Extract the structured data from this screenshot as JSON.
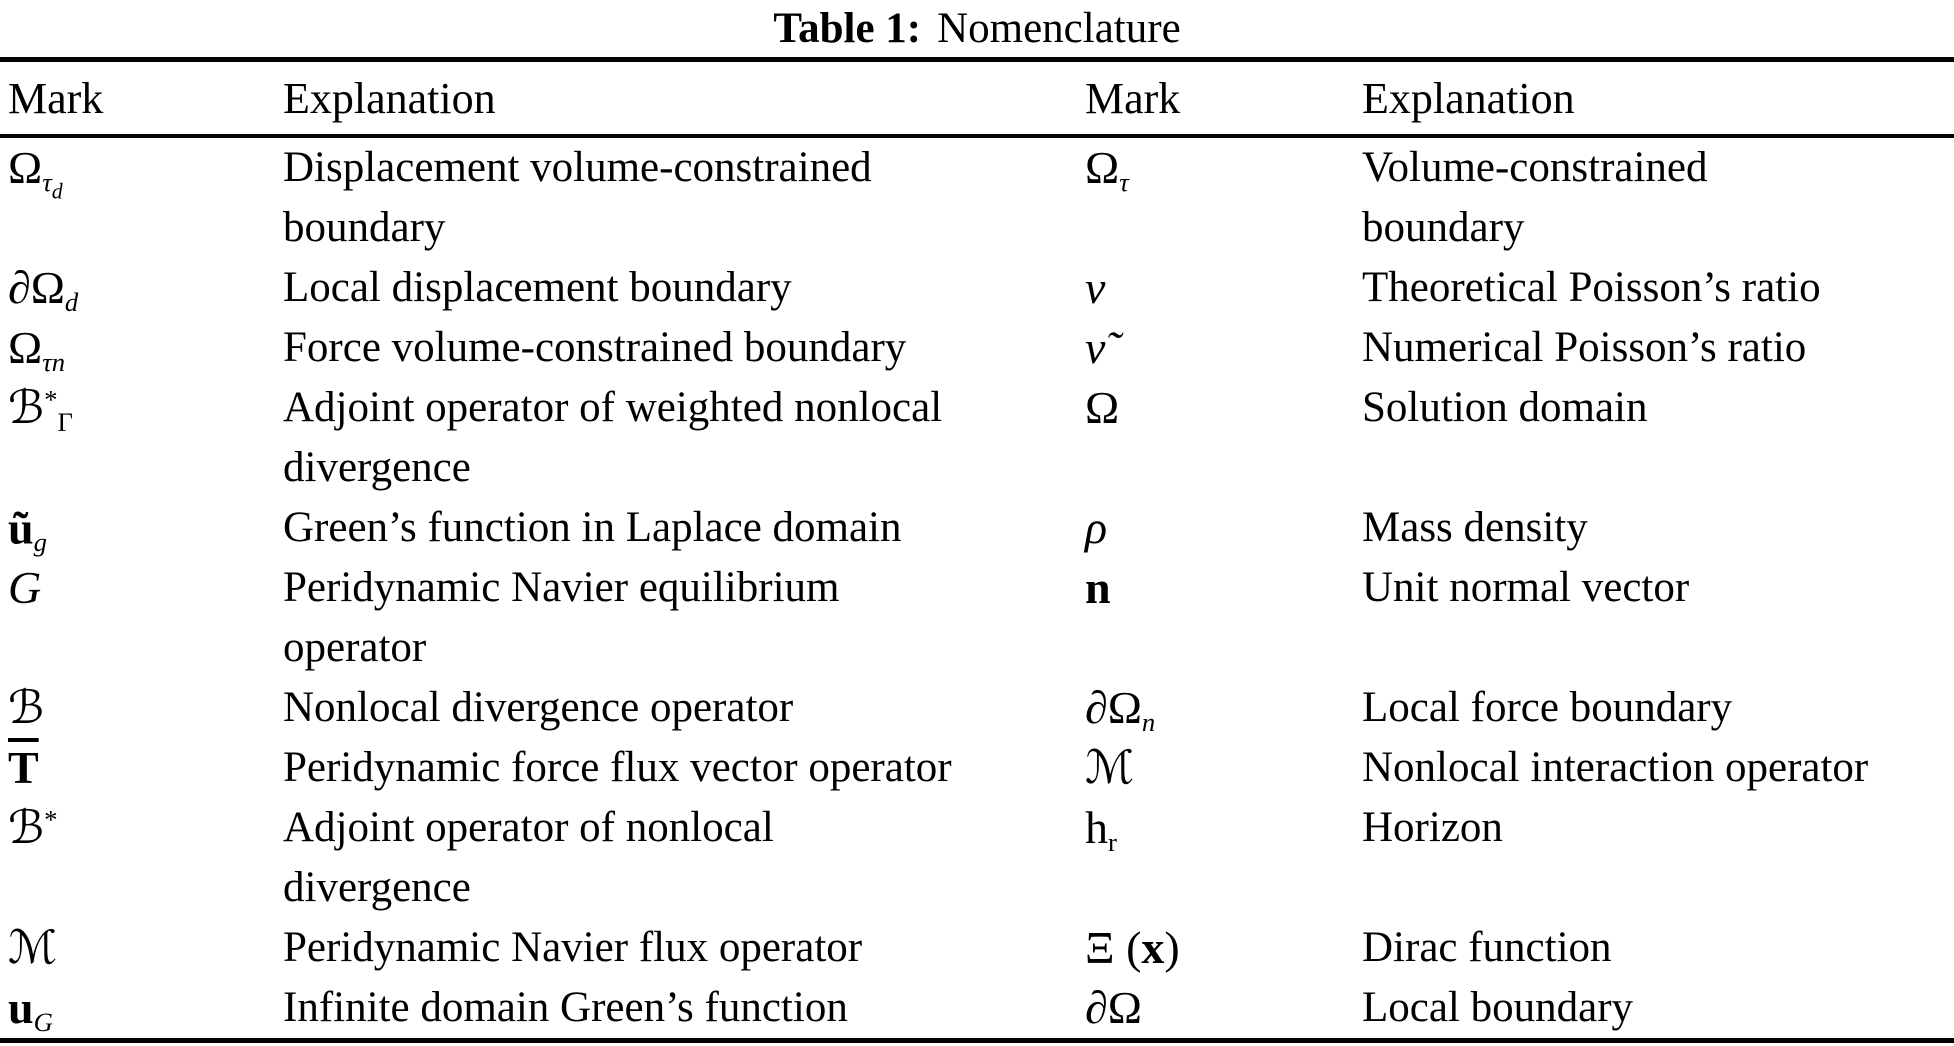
{
  "caption": {
    "label": "Table 1:",
    "title": "Nomenclature"
  },
  "colors": {
    "text": "#000000",
    "background": "#ffffff",
    "rule": "#000000"
  },
  "table": {
    "headers": [
      "Mark",
      "Explanation",
      "Mark",
      "Explanation"
    ],
    "rows": [
      {
        "mark_left_html": "Ω<sub><i>τ</i><sub><i>d</i></sub></sub>",
        "explanation_left": "Displacement volume-constrained\nboundary",
        "mark_right_html": "Ω<sub><i>τ</i></sub>",
        "explanation_right": "Volume-constrained\nboundary"
      },
      {
        "mark_left_html": "∂Ω<sub><i>d</i></sub>",
        "explanation_left": "Local displacement boundary",
        "mark_right_html": "<i>ν</i>",
        "explanation_right": "Theoretical Poisson’s ratio"
      },
      {
        "mark_left_html": "Ω<sub><i>τn</i></sub>",
        "explanation_left": "Force volume-constrained boundary",
        "mark_right_html": "<i>ν&#x303;</i>",
        "explanation_right": "Numerical Poisson’s ratio"
      },
      {
        "mark_left_html": "ℬ<sup>*</sup><sub>Γ</sub>",
        "explanation_left": "Adjoint operator of weighted nonlocal\ndivergence",
        "mark_right_html": "Ω",
        "explanation_right": "Solution domain"
      },
      {
        "mark_left_html": "<b>ũ</b><sub><i>g</i></sub>",
        "explanation_left": "Green’s function in Laplace domain",
        "mark_right_html": "<i>ρ</i>",
        "explanation_right": "Mass density"
      },
      {
        "mark_left_html": "<i>G</i>",
        "explanation_left": "Peridynamic Navier equilibrium\noperator",
        "mark_right_html": "<b>n</b>",
        "explanation_right": "Unit normal vector"
      },
      {
        "mark_left_html": "ℬ",
        "explanation_left": "Nonlocal divergence operator",
        "mark_right_html": "∂Ω<sub><i>n</i></sub>",
        "explanation_right": "Local force boundary"
      },
      {
        "mark_left_html": "<b class=\"ov\">T</b>",
        "explanation_left": "Peridynamic force flux vector operator",
        "mark_right_html": "ℳ",
        "explanation_right": "Nonlocal interaction operator"
      },
      {
        "mark_left_html": "ℬ<sup>*</sup>",
        "explanation_left": "Adjoint operator of nonlocal\ndivergence",
        "mark_right_html": "h<sub>r</sub>",
        "explanation_right": "Horizon"
      },
      {
        "mark_left_html": "ℳ",
        "explanation_left": "Peridynamic Navier flux operator",
        "mark_right_html": "Ξ (<b>x</b>)",
        "explanation_right": "Dirac function"
      },
      {
        "mark_left_html": "<b>u</b><sub><i>G</i></sub>",
        "explanation_left": "Infinite domain Green’s function",
        "mark_right_html": "∂Ω",
        "explanation_right": "Local boundary"
      }
    ]
  }
}
